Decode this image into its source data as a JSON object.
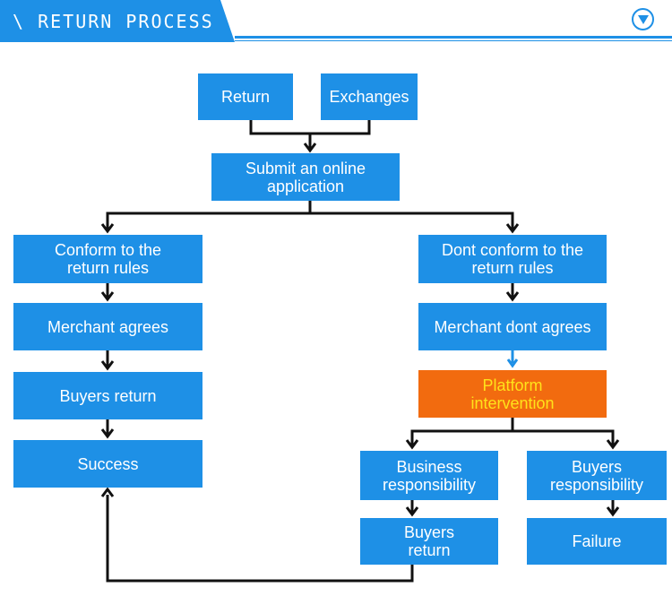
{
  "header": {
    "title": "\\ RETURN PROCESS",
    "toggle_icon": "chevron-down-circle-icon",
    "accent_color": "#1e90e6"
  },
  "flowchart": {
    "colors": {
      "box": "#1e90e6",
      "highlight": "#f26b0f",
      "highlight_text": "#ffe21a",
      "connector": "#111111"
    },
    "nodes": {
      "return": "Return",
      "exchanges": "Exchanges",
      "submit": "Submit an online application",
      "conform": "Conform to the return rules",
      "dont_conform": "Dont conform to the return rules",
      "merchant_agrees": "Merchant agrees",
      "merchant_dont_agrees": "Merchant dont agrees",
      "buyers_return_left": "Buyers return",
      "platform_intervention": "Platform intervention",
      "success": "Success",
      "business_responsibility": "Business responsibility",
      "buyers_responsibility": "Buyers responsibility",
      "buyers_return_right": "Buyers return",
      "failure": "Failure"
    }
  }
}
